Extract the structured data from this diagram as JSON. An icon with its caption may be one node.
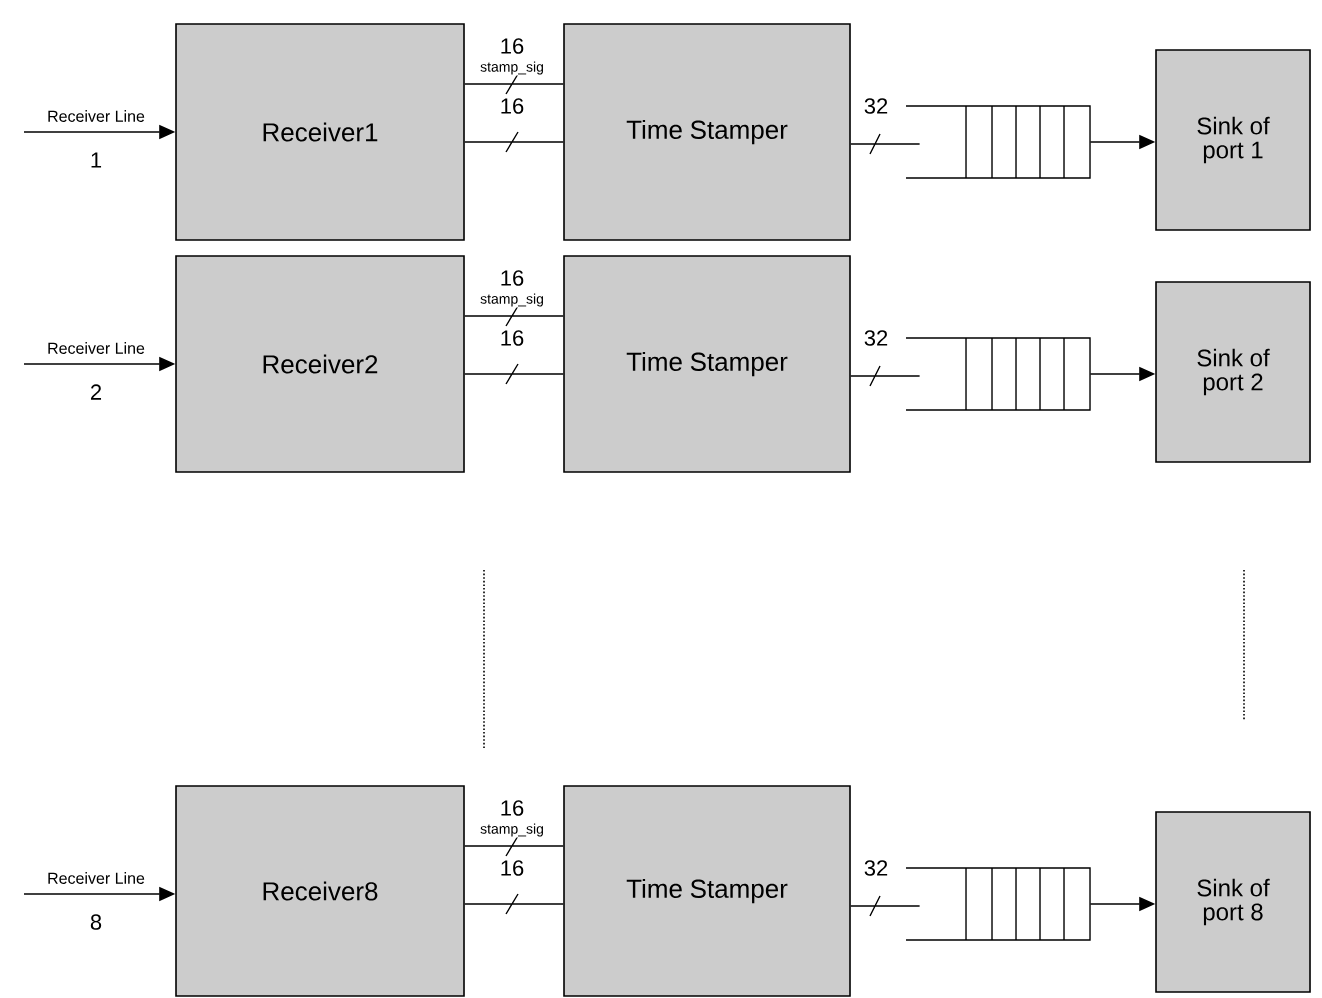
{
  "diagram": {
    "nodes": [
      {
        "text": [
          "Receiver1"
        ]
      },
      {
        "text": [
          "Time Stamper"
        ]
      },
      {
        "text": [],
        "shape": "queue"
      },
      {
        "text": [
          "Sink of port 1"
        ]
      },
      {
        "text": [
          "Receiver2"
        ]
      },
      {
        "text": [
          "Time Stamper"
        ]
      },
      {
        "text": [],
        "shape": "queue"
      },
      {
        "text": [
          "Sink of port 2"
        ]
      },
      {
        "text": [
          "Receiver8"
        ]
      },
      {
        "text": [
          "Time Stamper"
        ]
      },
      {
        "text": [],
        "shape": "queue"
      },
      {
        "text": [
          "Sink of port 8"
        ]
      }
    ],
    "edges": [
      {
        "from": null,
        "to": 0,
        "arrow": "to",
        "label": "Receiver Line"
      },
      {
        "from": 0,
        "to": 1,
        "arrow": "none",
        "label": "stamp_sig"
      },
      {
        "from": 0,
        "to": 1,
        "arrow": "none",
        "label": "16"
      },
      {
        "from": 1,
        "to": 2,
        "arrow": "none",
        "label": "32"
      },
      {
        "from": 2,
        "to": 3,
        "arrow": "to"
      },
      {
        "from": null,
        "to": 4,
        "arrow": "to",
        "label": "Receiver Line"
      },
      {
        "from": 4,
        "to": 5,
        "arrow": "none",
        "label": "stamp_sig"
      },
      {
        "from": 4,
        "to": 5,
        "arrow": "none",
        "label": "16"
      },
      {
        "from": 5,
        "to": 6,
        "arrow": "none",
        "label": "32"
      },
      {
        "from": 6,
        "to": 7,
        "arrow": "to"
      },
      {
        "from": null,
        "to": 8,
        "arrow": "to",
        "label": "Receiver Line"
      },
      {
        "from": 8,
        "to": 9,
        "arrow": "none",
        "label": "stamp_sig"
      },
      {
        "from": 8,
        "to": 9,
        "arrow": "none",
        "label": "16"
      },
      {
        "from": 9,
        "to": 10,
        "arrow": "none",
        "label": "32"
      },
      {
        "from": 10,
        "to": 11,
        "arrow": "to"
      }
    ],
    "labels": [
      "16",
      "1",
      "16",
      "2",
      "16",
      "8"
    ]
  }
}
